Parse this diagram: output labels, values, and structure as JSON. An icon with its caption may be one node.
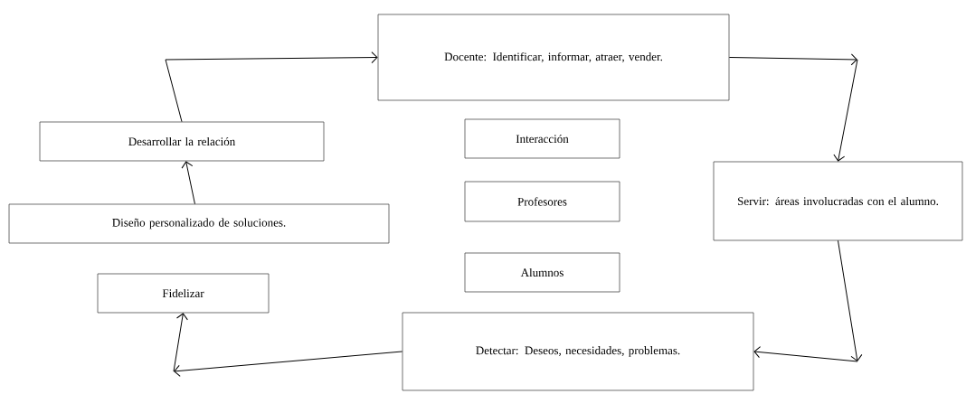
{
  "diagram": {
    "nodes": [
      {
        "text": [
          "Docente: Identificar, informar, atraer, vender."
        ]
      },
      {
        "text": [
          "Desarrollar la relación"
        ]
      },
      {
        "text": [
          "Interacción"
        ]
      },
      {
        "text": [
          "Servir: áreas involucradas con el alumno."
        ]
      },
      {
        "text": [
          "Profesores"
        ]
      },
      {
        "text": [
          "Diseño personalizado de soluciones."
        ]
      },
      {
        "text": [
          "Alumnos"
        ]
      },
      {
        "text": [
          "Fidelizar"
        ]
      },
      {
        "text": [
          "Detectar: Deseos, necesidades, problemas."
        ]
      }
    ],
    "edges": [
      {
        "from": 5,
        "to": 1,
        "arrow": "to"
      },
      {
        "from": 1,
        "to": 0,
        "arrow": "to"
      },
      {
        "from": 0,
        "to": 3,
        "arrow": "to"
      },
      {
        "from": 3,
        "to": 8,
        "arrow": "to"
      },
      {
        "from": 8,
        "to": 7,
        "arrow": "to"
      }
    ]
  }
}
